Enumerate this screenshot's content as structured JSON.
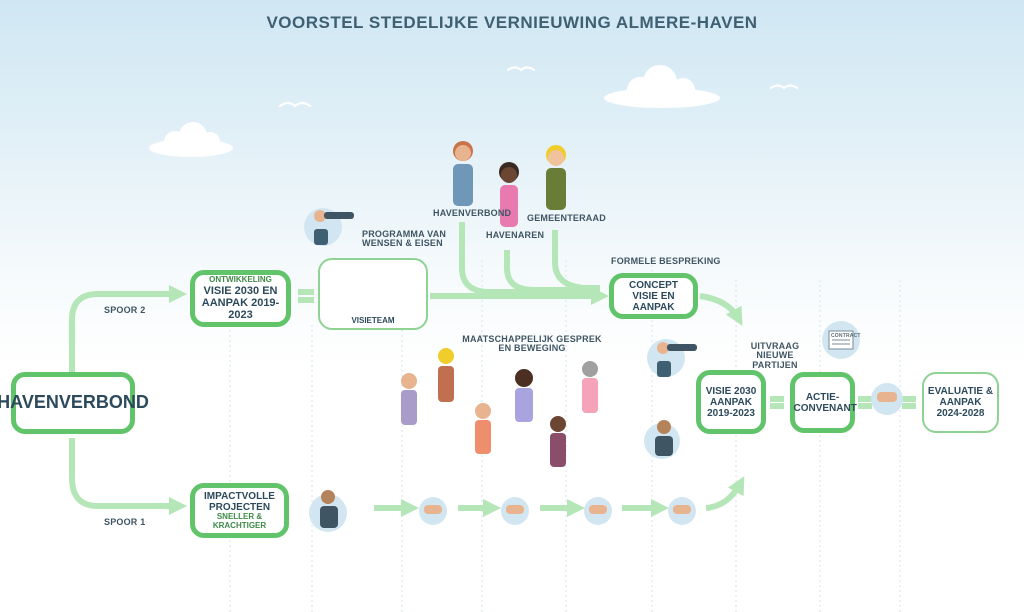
{
  "title": "VOORSTEL STEDELIJKE VERNIEUWING ALMERE-HAVEN",
  "colors": {
    "accent_green": "#62c46a",
    "arrow_green": "#b5e6b8",
    "text": "#3f5563"
  },
  "nodes": {
    "havenverbond_main": "HAVENVERBOND",
    "visie_2030": {
      "sub": "ONTWIKKELING",
      "label": "VISIE 2030 EN AANPAK 2019- 2023"
    },
    "visieteam": "VISIETEAM",
    "programma": "PROGRAMMA VAN WENSEN & EISEN",
    "concept_visie": "CONCEPT VISIE EN AANPAK",
    "formele_bespreking": "FORMELE BESPREKING",
    "visie_aanpak_2019": "VISIE 2030 AANPAK 2019-2023",
    "uitvraag": "UITVRAAG NIEUWE PARTIJEN",
    "actie_convenant": "ACTIE-CONVENANT",
    "evaluatie": "EVALUATIE & AANPAK 2024-2028",
    "impactvolle": {
      "label": "IMPACTVOLLE PROJECTEN",
      "sub": "SNELLER & KRACHTIGER"
    },
    "maatschappelijk": "MAATSCHAPPELIJK GESPREK EN BEWEGING",
    "contract_icon_text": "CONTRACT"
  },
  "tracks": {
    "spoor2": "SPOOR 2",
    "spoor1": "SPOOR 1"
  },
  "stakeholders": {
    "havenverbond": "HAVENVERBOND",
    "havenaren": "HAVENAREN",
    "gemeenteraad": "GEMEENTERAAD"
  },
  "icons": [
    "binoculars-icon",
    "handshake-icon",
    "contract-icon",
    "cloud-icon",
    "bird-icon"
  ]
}
